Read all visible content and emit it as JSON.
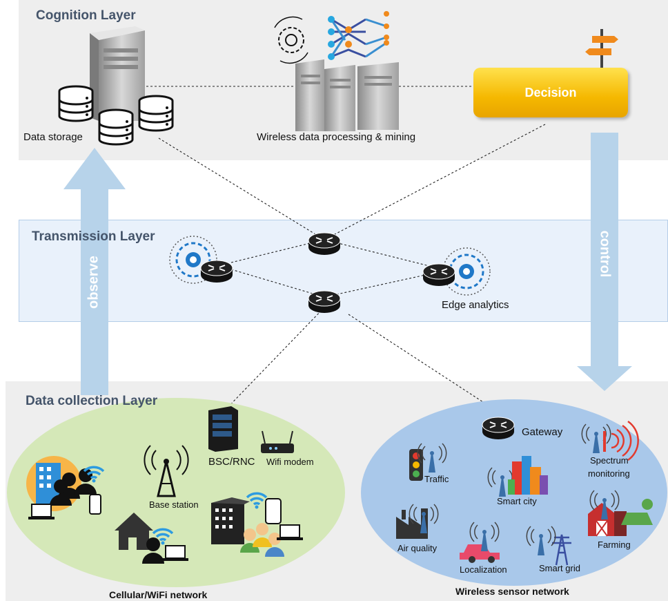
{
  "layers": {
    "cognition": "Cognition Layer",
    "transmission": "Transmission Layer",
    "data_collection": "Data collection Layer"
  },
  "arrows": {
    "observe": "observe",
    "control": "control"
  },
  "cognition": {
    "data_storage": "Data storage",
    "processing": "Wireless data processing & mining",
    "decision": "Decision"
  },
  "transmission": {
    "edge_analytics": "Edge analytics"
  },
  "cellular": {
    "bsc_rnc": "BSC/RNC",
    "wifi_modem": "Wifi modem",
    "base_station": "Base station",
    "network_name": "Cellular/WiFi network"
  },
  "sensor": {
    "gateway": "Gateway",
    "spectrum1": "Spectrum",
    "spectrum2": "monitoring",
    "traffic": "Traffic",
    "smart_city": "Smart city",
    "air_quality": "Air quality",
    "farming": "Farming",
    "localization": "Localization",
    "smart_grid": "Smart grid",
    "network_name": "Wireless sensor network"
  },
  "colors": {
    "arrow": "#b7d3ea",
    "title": "#44546a",
    "cellular_ellipse": "#d5e8b8",
    "sensor_ellipse": "#a9c8ea",
    "decision": "#f5b800",
    "wifi": "#2d9be0"
  }
}
